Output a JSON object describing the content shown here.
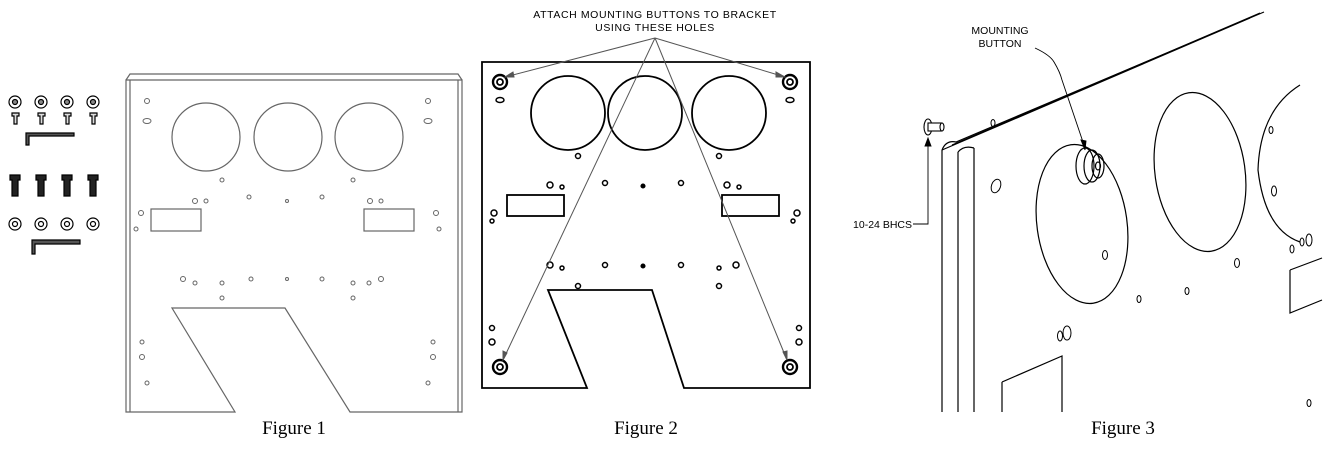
{
  "figures": [
    {
      "caption": "Figure 1"
    },
    {
      "caption": "Figure 2",
      "callout_line1": "ATTACH MOUNTING BUTTONS TO BRACKET",
      "callout_line2": "USING THESE HOLES"
    },
    {
      "caption": "Figure 3",
      "button_label_line1": "MOUNTING",
      "button_label_line2": "BUTTON",
      "screw_label": "10-24 BHCS"
    }
  ]
}
